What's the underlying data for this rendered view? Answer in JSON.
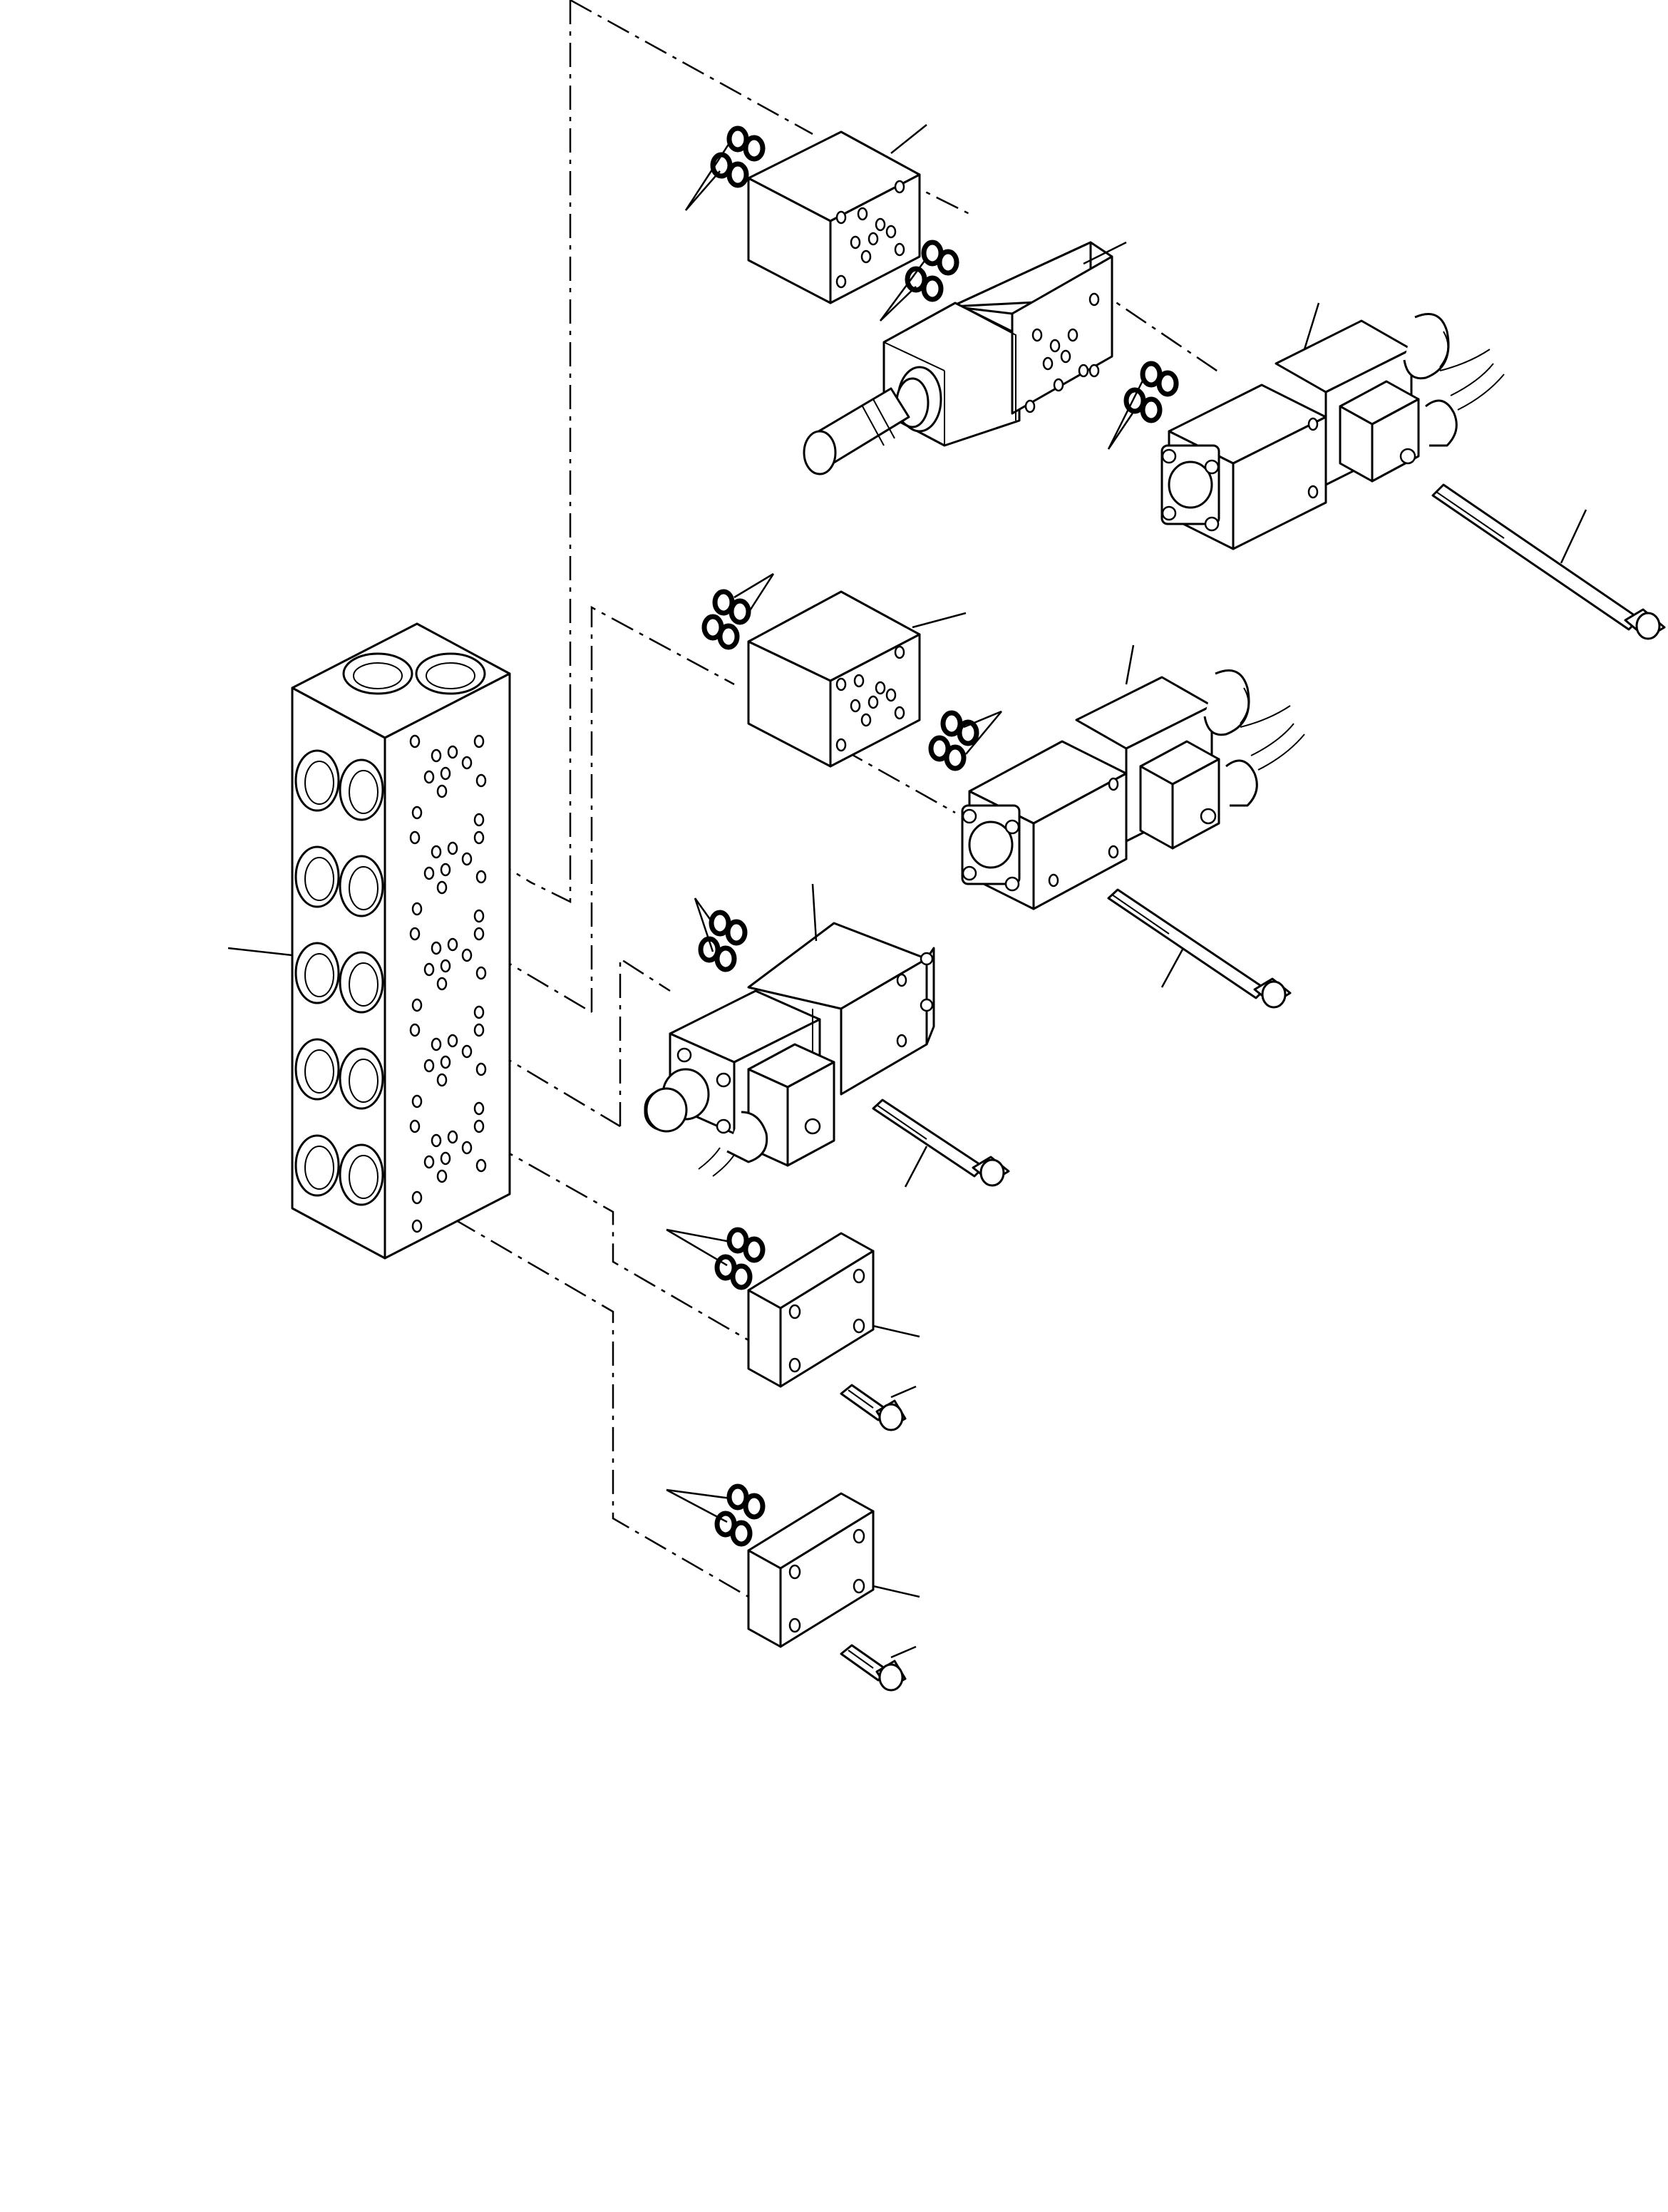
{
  "diagram": {
    "description_visible_text": [],
    "parts": [
      {
        "name": "manifold-block"
      },
      {
        "name": "sandwich-plate-1"
      },
      {
        "name": "pressure-reducing-valve"
      },
      {
        "name": "solenoid-valve-1"
      },
      {
        "name": "sandwich-plate-2"
      },
      {
        "name": "solenoid-valve-2"
      },
      {
        "name": "solenoid-valve-3"
      },
      {
        "name": "cover-plate-1"
      },
      {
        "name": "cover-plate-2"
      }
    ],
    "colors": {
      "line": "#000000",
      "background": "#ffffff"
    }
  }
}
